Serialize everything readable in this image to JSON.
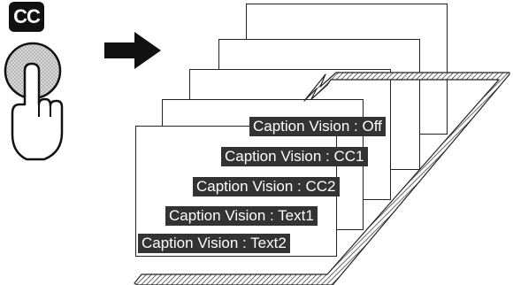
{
  "remote_button": {
    "label": "CC"
  },
  "captions": [
    "Caption Vision : Off",
    "Caption Vision : CC1",
    "Caption Vision : CC2",
    "Caption Vision : Text1",
    "Caption Vision : Text2"
  ],
  "colors": {
    "caption_bg": "#333333",
    "caption_text": "#ffffff",
    "hatch": "#555555"
  }
}
